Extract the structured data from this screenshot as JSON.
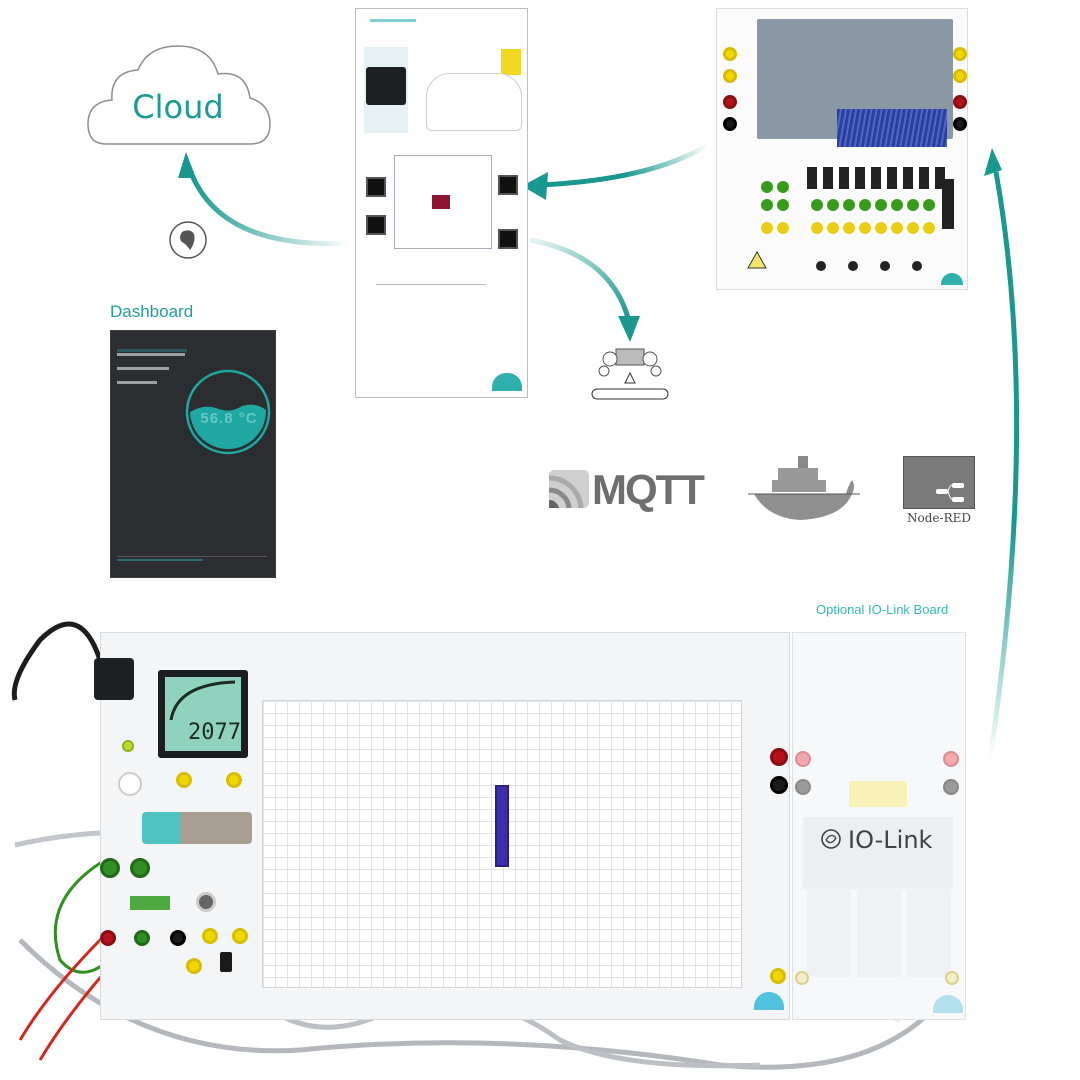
{
  "diagram": {
    "title": "Industrial IoT training system architecture",
    "nodes": {
      "cloud": {
        "label": "Cloud",
        "icon": "cloud-icon"
      },
      "internet": {
        "icon": "globe-icon"
      },
      "gateway_panel": {
        "icon": "iot-gateway-panel"
      },
      "plc_panel": {
        "icon": "plc-panel"
      },
      "robot": {
        "icon": "robot-conveyor-icon"
      },
      "dashboard": {
        "title": "Dashboard",
        "gauge_value": "56.8 °C",
        "theme_bg": "#2b2d30",
        "gauge_color": "#1fa8a2"
      },
      "software_logos": [
        {
          "label": "MQTT",
          "icon": "mqtt-logo"
        },
        {
          "label": "",
          "icon": "docker-whale-logo"
        },
        {
          "label": "Node-RED",
          "icon": "node-red-logo"
        }
      ],
      "sensor_board": {
        "lcd_value": "2077",
        "icon": "sensor-training-board"
      },
      "iolink_panel": {
        "title": "Optional IO-Link Board",
        "logo_label": "IO-Link"
      }
    },
    "edges": [
      {
        "from": "plc_panel",
        "to": "gateway_panel"
      },
      {
        "from": "gateway_panel",
        "to": "robot"
      },
      {
        "from": "gateway_panel",
        "to": "cloud",
        "via": "internet"
      },
      {
        "from": "iolink_panel",
        "to": "plc_panel"
      }
    ],
    "colors": {
      "accent": "#1fa09a",
      "arrow": "#18988f",
      "warning_yellow": "#f1d600",
      "jack_red": "#b5121b",
      "jack_green": "#2f8f21"
    }
  }
}
